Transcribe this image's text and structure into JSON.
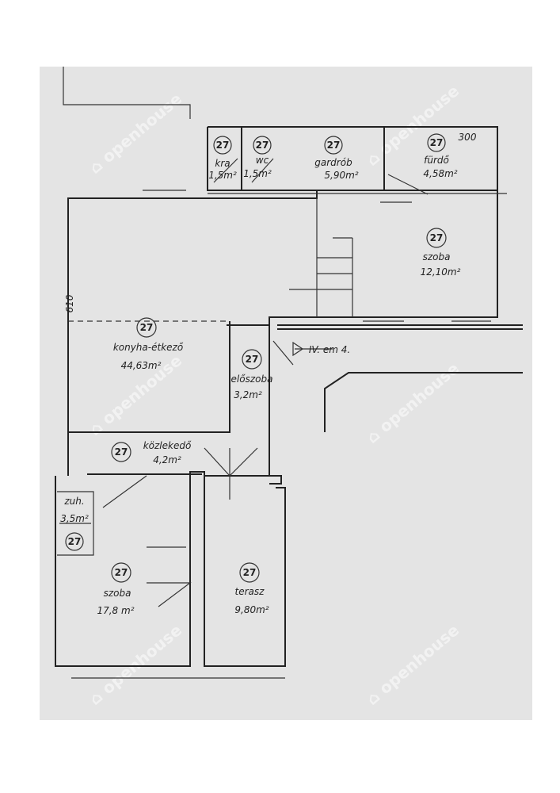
{
  "plan": {
    "room_number": "27",
    "watermark": "openhouse",
    "dimension_top": "300",
    "dimension_left": "610",
    "stair_note": "IV. em 4.",
    "rooms": [
      {
        "name": "kra",
        "area": "1,5m²"
      },
      {
        "name": "wc",
        "area": "1,5m²"
      },
      {
        "name": "gardrób",
        "area": "5,90m²"
      },
      {
        "name": "fürdő",
        "area": "4,58m²"
      },
      {
        "name": "szoba",
        "area": "12,10m²"
      },
      {
        "name": "konyha-étkező",
        "area": "44,63m²"
      },
      {
        "name": "előszoba",
        "area": "3,2m²"
      },
      {
        "name": "közlekedő",
        "area": "4,2m²"
      },
      {
        "name": "zuh.",
        "area": "3,5m²"
      },
      {
        "name": "szoba",
        "area": "17,8 m²"
      },
      {
        "name": "terasz",
        "area": "9,80m²"
      }
    ]
  }
}
